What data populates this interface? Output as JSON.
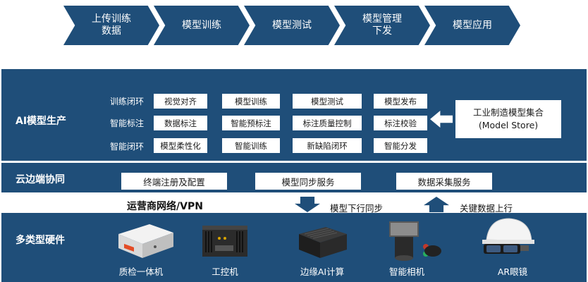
{
  "flow": [
    "上传训练\n数据",
    "模型训练",
    "模型测试",
    "模型管理\n下发",
    "模型应用"
  ],
  "ai_section": {
    "title": "AI模型生产",
    "rows": [
      {
        "label": "训练闭环",
        "items": [
          "视觉对齐",
          "模型训练",
          "模型测试",
          "模型发布"
        ]
      },
      {
        "label": "智能标注",
        "items": [
          "数据标注",
          "智能预标注",
          "标注质量控制",
          "标注校验"
        ]
      },
      {
        "label": "智能闭环",
        "items": [
          "模型柔性化",
          "智能训练",
          "新缺陷闭环",
          "智能分发"
        ]
      }
    ],
    "store": {
      "line1": "工业制造模型集合",
      "line2": "(Model Store)"
    }
  },
  "cloud_section": {
    "title": "云边端协同",
    "items": [
      "终端注册及配置",
      "模型同步服务",
      "数据采集服务"
    ]
  },
  "network": {
    "label": "运营商网络/VPN",
    "down_text": "模型下行同步",
    "up_text": "关键数据上行"
  },
  "hardware_section": {
    "title": "多类型硬件",
    "devices": [
      {
        "label": "质检一体机",
        "icon": "inspection-machine-icon"
      },
      {
        "label": "工控机",
        "icon": "industrial-pc-icon"
      },
      {
        "label": "边缘AI计算",
        "icon": "edge-ai-box-icon"
      },
      {
        "label": "智能相机",
        "icon": "smart-camera-icon"
      },
      {
        "label": "AR眼镜",
        "icon": "ar-helmet-icon"
      }
    ]
  },
  "colors": {
    "panel": "#1f4e79",
    "chip": "#ffffff"
  }
}
